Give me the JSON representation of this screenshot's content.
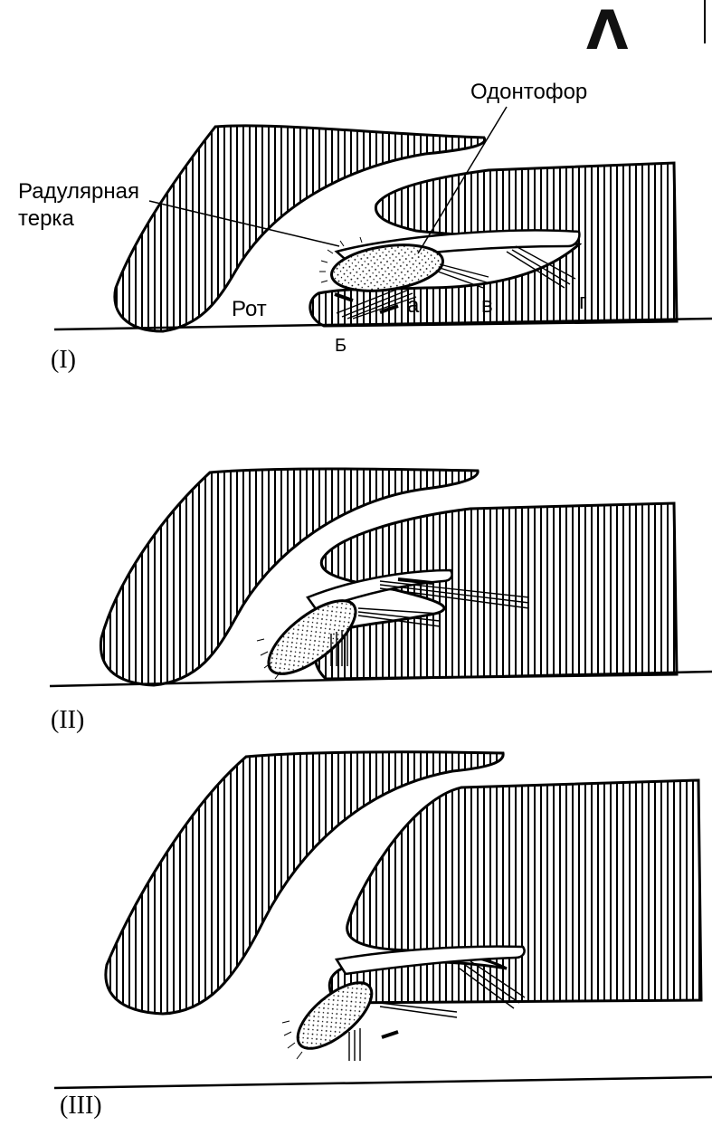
{
  "page_corner_glyph": "Λ",
  "labels": {
    "odontophore": "Одонтофор",
    "radula_line1": "Радулярная",
    "radula_line2": "терка",
    "mouth": "Рот",
    "muscle_a": "а",
    "muscle_b": "Б",
    "muscle_v": "в",
    "muscle_g": "г"
  },
  "panels": [
    {
      "label": "(I)"
    },
    {
      "label": "(II)"
    },
    {
      "label": "(III)"
    }
  ]
}
